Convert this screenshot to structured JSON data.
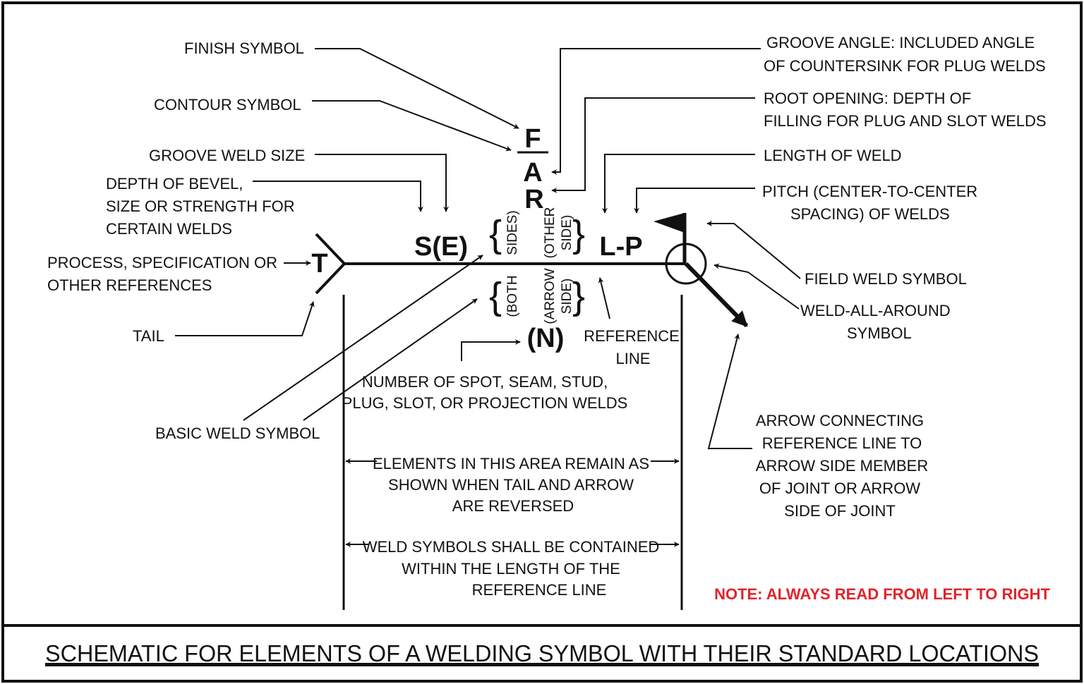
{
  "symbols": {
    "finish": "F",
    "groove_angle": "A",
    "root_opening": "R",
    "size": "S(E)",
    "length_pitch": "L-P",
    "tail_process": "T",
    "number": "(N)",
    "brace_open": "{",
    "brace_close": "}",
    "both_sides_top": "SIDES)",
    "both_sides_bottom": "(BOTH",
    "other_side_1": "(OTHER",
    "other_side_2": "SIDE)",
    "arrow_side_1": "(ARROW",
    "arrow_side_2": "SIDE)"
  },
  "labels": {
    "finish_symbol": "FINISH SYMBOL",
    "contour_symbol": "CONTOUR SYMBOL",
    "groove_weld_size": "GROOVE WELD SIZE",
    "depth_of_bevel": [
      "DEPTH OF BEVEL,",
      "SIZE OR STRENGTH FOR",
      "CERTAIN WELDS"
    ],
    "process": [
      "PROCESS, SPECIFICATION  OR",
      "OTHER REFERENCES"
    ],
    "tail": "TAIL",
    "basic_weld_symbol": "BASIC WELD SYMBOL",
    "number_of_welds": [
      "NUMBER OF SPOT, SEAM, STUD,",
      "PLUG, SLOT, OR PROJECTION WELDS"
    ],
    "reference_line": [
      "REFERENCE",
      "LINE"
    ],
    "groove_angle": [
      "GROOVE ANGLE: INCLUDED ANGLE",
      "OF COUNTERSINK FOR PLUG WELDS"
    ],
    "root_opening": [
      "ROOT OPENING: DEPTH OF",
      "FILLING FOR PLUG AND SLOT WELDS"
    ],
    "length_of_weld": "LENGTH OF WELD",
    "pitch": [
      "PITCH (CENTER-TO-CENTER",
      "SPACING) OF WELDS"
    ],
    "field_weld_symbol": "FIELD WELD SYMBOL",
    "weld_all_around": [
      "WELD-ALL-AROUND",
      "SYMBOL"
    ],
    "arrow_connecting": [
      "ARROW CONNECTING",
      "REFERENCE LINE TO",
      "ARROW SIDE MEMBER",
      "OF JOINT OR ARROW",
      "SIDE OF JOINT"
    ],
    "elements_area": [
      "ELEMENTS IN THIS AREA REMAIN AS",
      "SHOWN WHEN TAIL AND ARROW",
      "ARE REVERSED"
    ],
    "weld_symbols_contained": [
      "WELD SYMBOLS SHALL BE CONTAINED",
      "WITHIN THE LENGTH OF THE",
      "REFERENCE LINE"
    ]
  },
  "note": "NOTE: ALWAYS READ FROM LEFT TO RIGHT",
  "caption": "SCHEMATIC FOR ELEMENTS OF A WELDING SYMBOL WITH THEIR STANDARD LOCATIONS",
  "colors": {
    "note": "#e0242b",
    "ink": "#111111",
    "background": "#ffffff"
  }
}
